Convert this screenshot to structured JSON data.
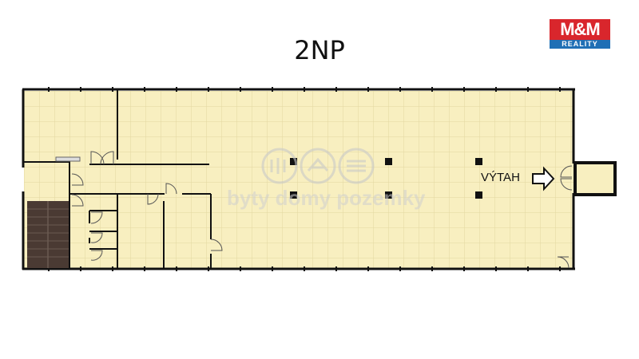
{
  "title": "2NP",
  "logo": {
    "brand": "M&M",
    "sub": "REALITY"
  },
  "labels": {
    "elevator": "VÝTAH"
  },
  "watermark": "byty domy pozemky",
  "colors": {
    "floor": "#f8efc0",
    "grid": "#e6dca6",
    "wall": "#111111",
    "stairs": "#4a3a33",
    "brand_red": "#d9262c",
    "brand_blue": "#1f6fb5"
  },
  "icons": [
    "arrow-right-icon",
    "door-icon",
    "column-icon",
    "stairs-icon",
    "watermark-logo-icon"
  ]
}
